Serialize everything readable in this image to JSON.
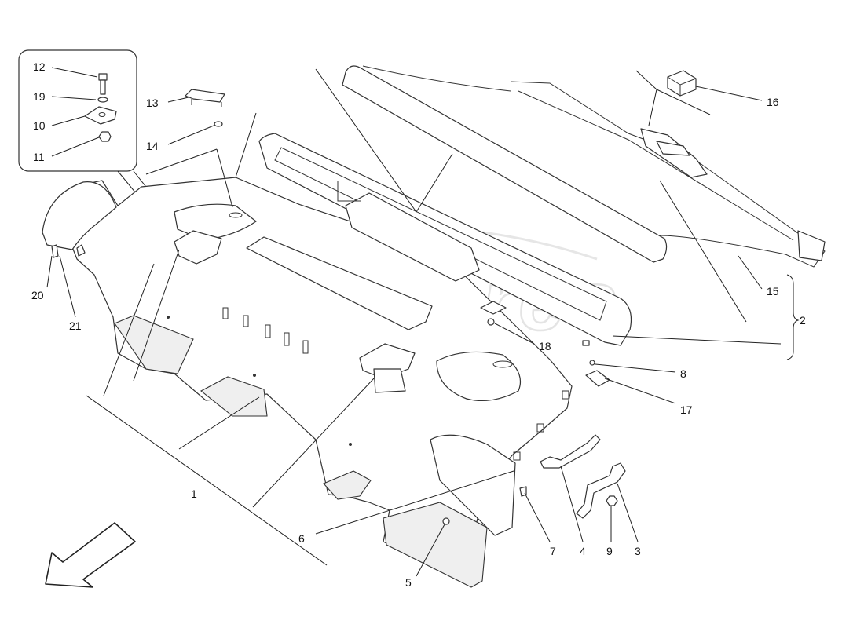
{
  "watermark": "eurospares",
  "callouts": [
    {
      "id": "c1",
      "label": "1"
    },
    {
      "id": "c2",
      "label": "2"
    },
    {
      "id": "c3",
      "label": "3"
    },
    {
      "id": "c4",
      "label": "4"
    },
    {
      "id": "c5",
      "label": "5"
    },
    {
      "id": "c6",
      "label": "6"
    },
    {
      "id": "c7",
      "label": "7"
    },
    {
      "id": "c8",
      "label": "8"
    },
    {
      "id": "c9",
      "label": "9"
    },
    {
      "id": "c10",
      "label": "10"
    },
    {
      "id": "c11",
      "label": "11"
    },
    {
      "id": "c12",
      "label": "12"
    },
    {
      "id": "c13",
      "label": "13"
    },
    {
      "id": "c14",
      "label": "14"
    },
    {
      "id": "c15",
      "label": "15"
    },
    {
      "id": "c16",
      "label": "16"
    },
    {
      "id": "c17",
      "label": "17"
    },
    {
      "id": "c18",
      "label": "18"
    },
    {
      "id": "c19",
      "label": "19"
    },
    {
      "id": "c20",
      "label": "20"
    },
    {
      "id": "c21",
      "label": "21"
    }
  ],
  "icons": {
    "direction_arrow": "arrow-down-left-icon"
  }
}
